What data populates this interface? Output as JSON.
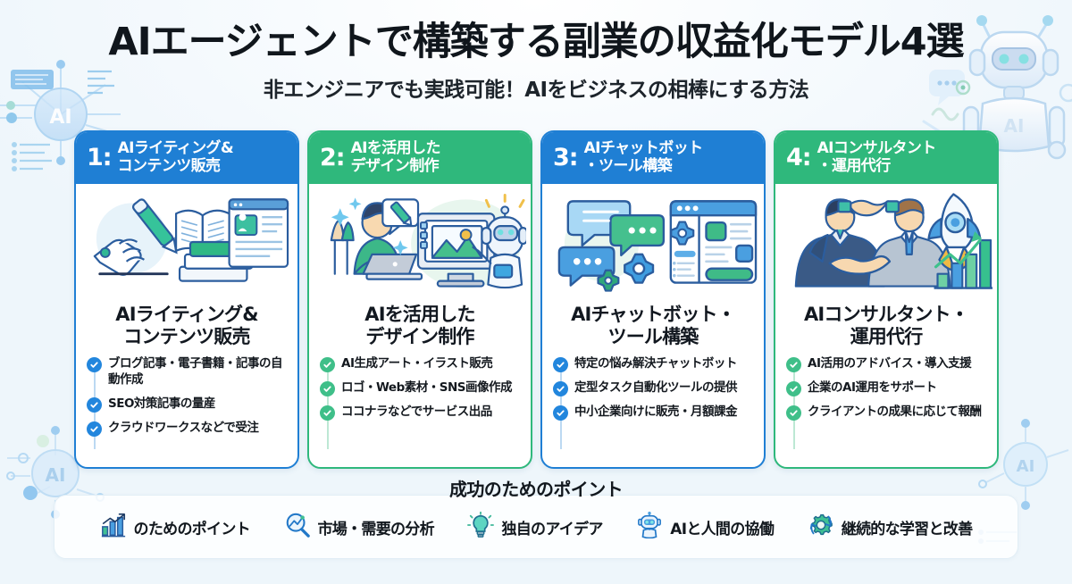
{
  "header": {
    "title": "AIエージェントで構築する副業の収益化モデル4選",
    "subtitle": "非エンジニアでも実践可能！AIをビジネスの相棒にする方法"
  },
  "colors": {
    "blue": "#1f7fd4",
    "green": "#2fb87c",
    "check_blue": "#2286dd",
    "check_green": "#3fbf89",
    "title_text": "#10161c",
    "background": "#eef6fb"
  },
  "decor": {
    "ai_node_label": "AI",
    "robot_badge_label": "AI",
    "nodes": [
      "ai-network-node-topleft",
      "ai-network-node-bottomleft",
      "ai-network-node-bottomright"
    ],
    "mascot": "robot-mascot"
  },
  "cards": [
    {
      "number": "1:",
      "head_title": "AIライティング＆\nコンテンツ販売",
      "head_line1": "AIライティング&",
      "head_line2": "コンテンツ販売",
      "accent": "blue",
      "title_line1": "AIライティング&",
      "title_line2": "コンテンツ販売",
      "illustration": "robot-hand-writing-books-document",
      "bullets": [
        "ブログ記事・電子書籍・記事の自動作成",
        "SEO対策記事の量産",
        "クラウドワークスなどで受注"
      ]
    },
    {
      "number": "2:",
      "head_line1": "AIを活用した",
      "head_line2": "デザイン制作",
      "accent": "green",
      "title_line1": "AIを活用した",
      "title_line2": "デザイン制作",
      "illustration": "designer-laptop-monitor-robot",
      "bullets": [
        "AI生成アート・イラスト販売",
        "ロゴ・Web素材・SNS画像作成",
        "ココナラなどでサービス出品"
      ]
    },
    {
      "number": "3:",
      "head_line1": "AIチャットボット",
      "head_line2": "・ツール構築",
      "accent": "blue",
      "title_line1": "AIチャットボット・",
      "title_line2": "ツール構築",
      "illustration": "chat-bubbles-gears-dashboard",
      "bullets": [
        "特定の悩み解決チャットボット",
        "定型タスク自動化ツールの提供",
        "中小企業向けに販売・月額課金"
      ]
    },
    {
      "number": "4:",
      "head_line1": "AIコンサルタント",
      "head_line2": "・運用代行",
      "accent": "green",
      "title_line1": "AIコンサルタント・",
      "title_line2": "運用代行",
      "illustration": "handshake-rocket-growth-chart",
      "bullets": [
        "AI活用のアドバイス・導入支援",
        "企業のAI運用をサポート",
        "クライアントの成果に応じて報酬"
      ]
    }
  ],
  "footer": {
    "heading": "成功のためのポイント",
    "items": [
      {
        "icon": "bar-chart-growth-icon",
        "label": "のためのポイント"
      },
      {
        "icon": "magnifier-analysis-icon",
        "label": "市場・需要の分析"
      },
      {
        "icon": "lightbulb-idea-icon",
        "label": "独自のアイデア"
      },
      {
        "icon": "robot-head-icon",
        "label": "AIと人間の協働"
      },
      {
        "icon": "gear-refresh-icon",
        "label": "継続的な学習と改善"
      }
    ]
  }
}
